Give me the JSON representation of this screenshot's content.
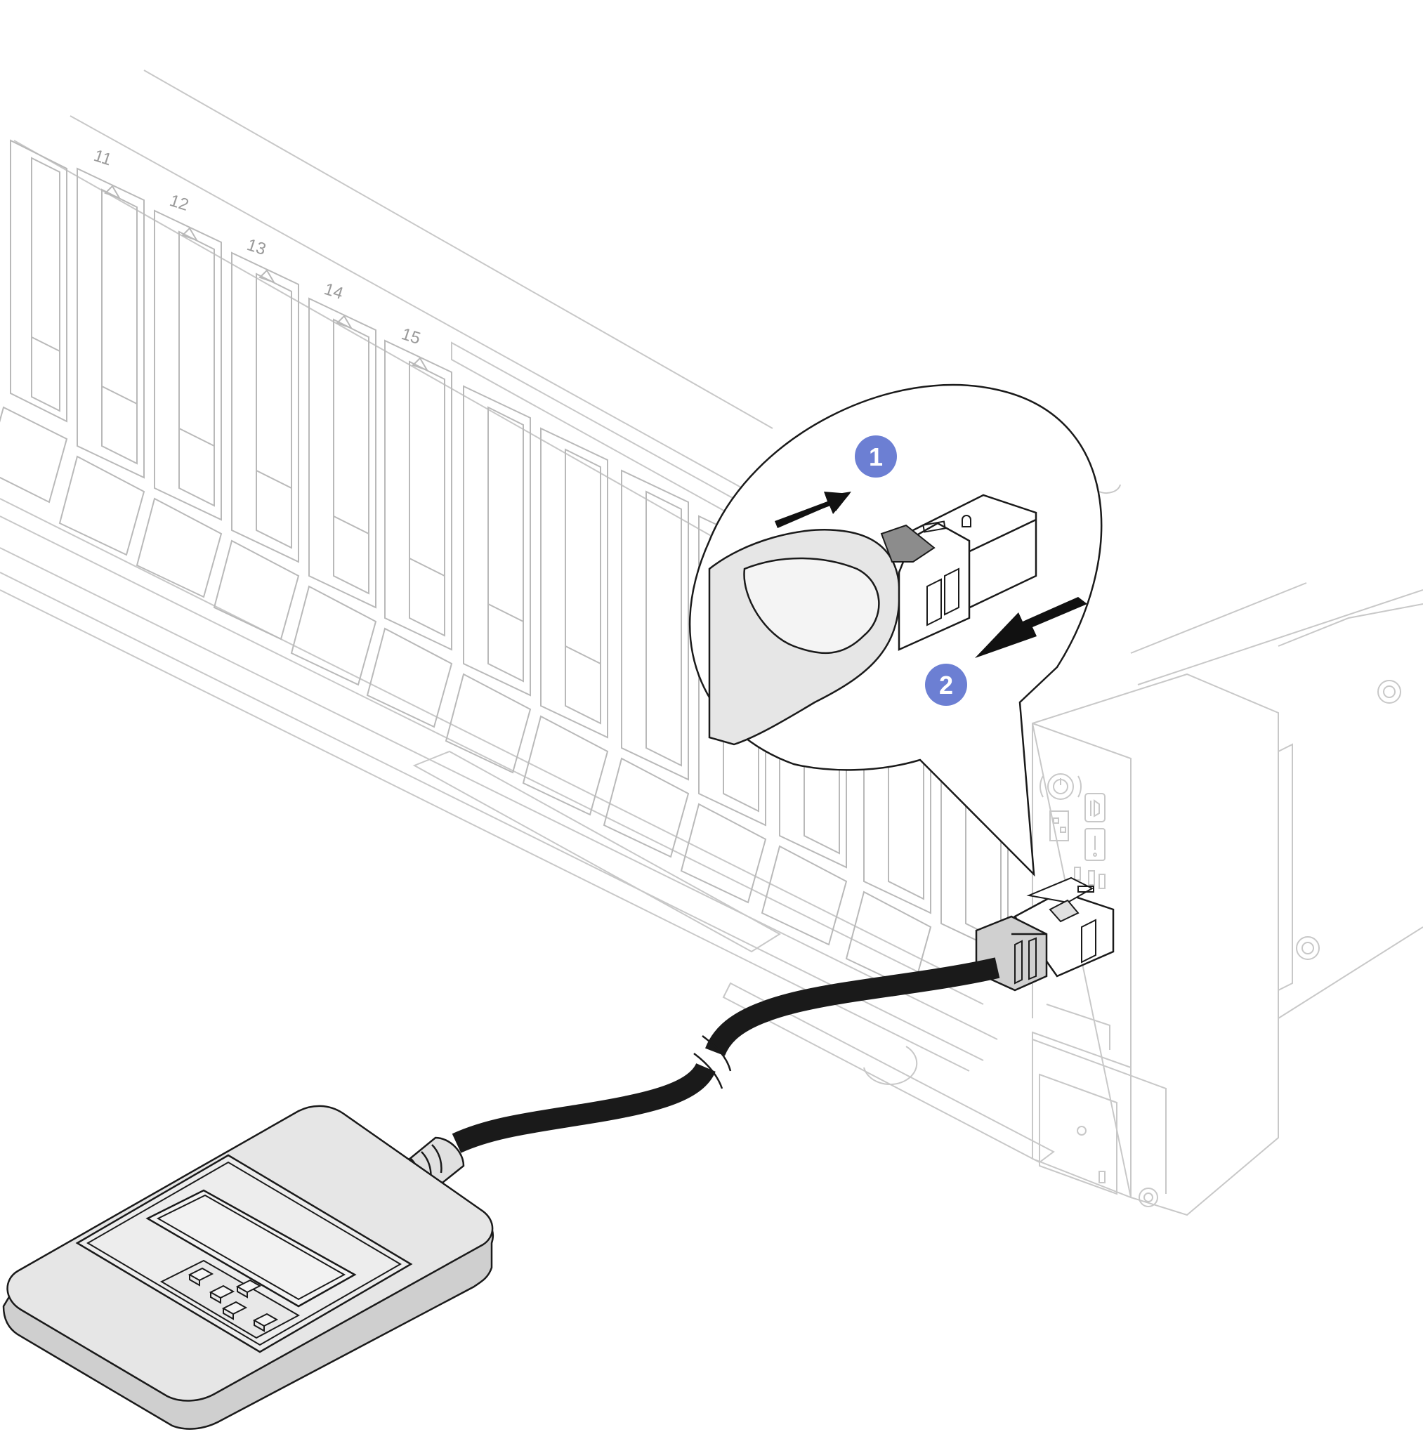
{
  "illustration": {
    "bay_labels": [
      "11",
      "12",
      "13",
      "14",
      "15"
    ],
    "callouts": [
      {
        "number": "1",
        "action": "press-release-latch"
      },
      {
        "number": "2",
        "action": "pull-cable-out"
      }
    ],
    "colors": {
      "callout_fill": "#6c7fd3",
      "callout_text": "#ffffff",
      "outline_light": "#c8c8c8",
      "outline_dark": "#1a1a1a",
      "cable": "#111111",
      "handset_body": "#e4e4e4",
      "connector": "#d0d0d0"
    },
    "icons": [
      "arrow-push-icon",
      "arrow-pull-icon",
      "power-button-icon",
      "id-button-icon",
      "network-activity-icon",
      "system-error-icon"
    ]
  }
}
